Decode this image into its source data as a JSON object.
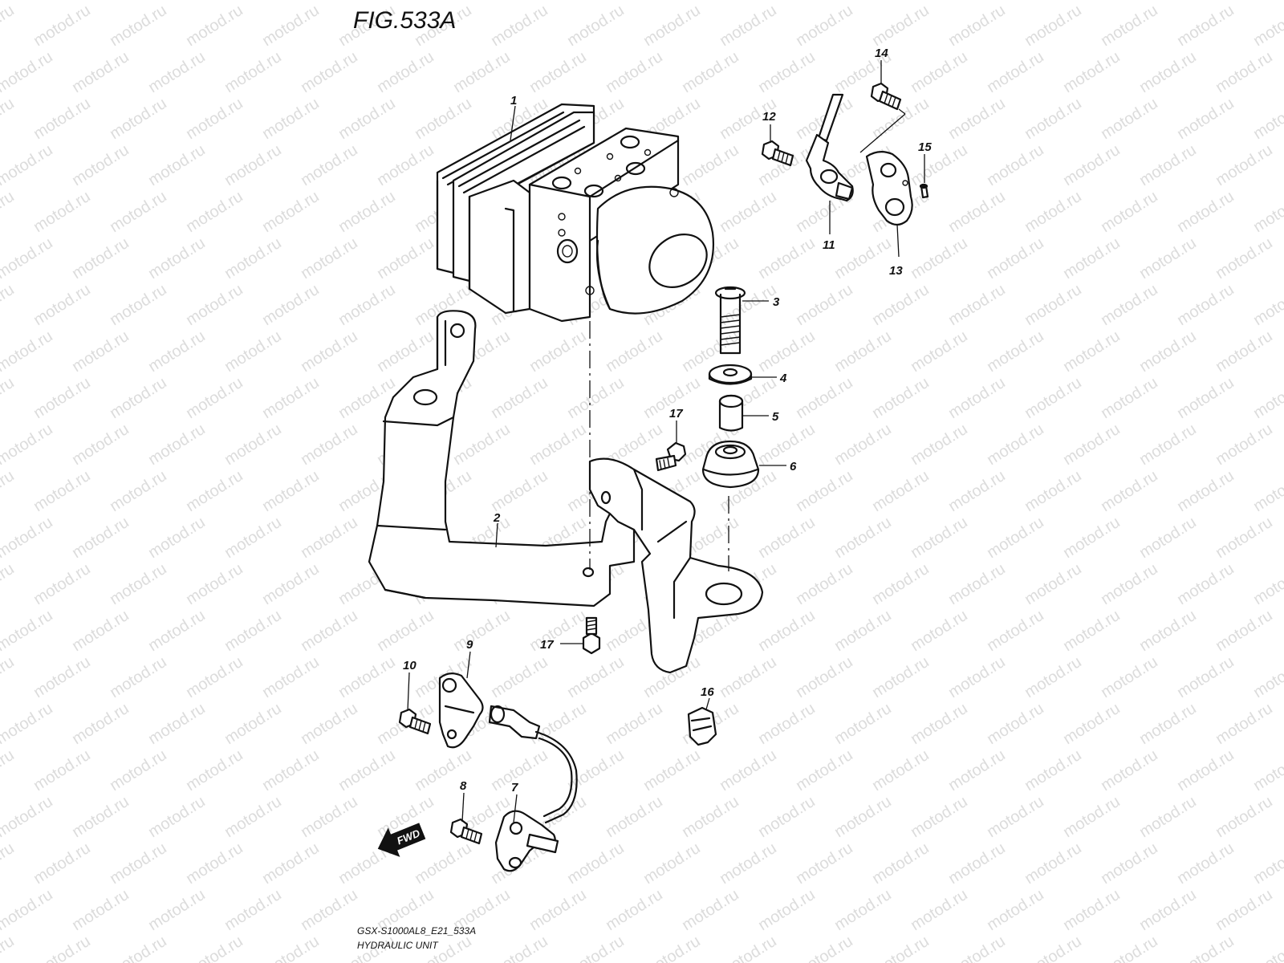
{
  "figure": {
    "title": "FIG.533A",
    "code": "GSX-S1000AL8_E21_533A",
    "name": "HYDRAULIC UNIT"
  },
  "watermark": {
    "text": "motod.ru"
  },
  "arrow": {
    "label": "FWD"
  },
  "parts": [
    {
      "number": "1"
    },
    {
      "number": "2"
    },
    {
      "number": "3"
    },
    {
      "number": "4"
    },
    {
      "number": "5"
    },
    {
      "number": "6"
    },
    {
      "number": "7"
    },
    {
      "number": "8"
    },
    {
      "number": "9"
    },
    {
      "number": "10"
    },
    {
      "number": "11"
    },
    {
      "number": "12"
    },
    {
      "number": "13"
    },
    {
      "number": "14"
    },
    {
      "number": "15"
    },
    {
      "number": "16"
    },
    {
      "number": "17"
    },
    {
      "number": "17"
    }
  ]
}
